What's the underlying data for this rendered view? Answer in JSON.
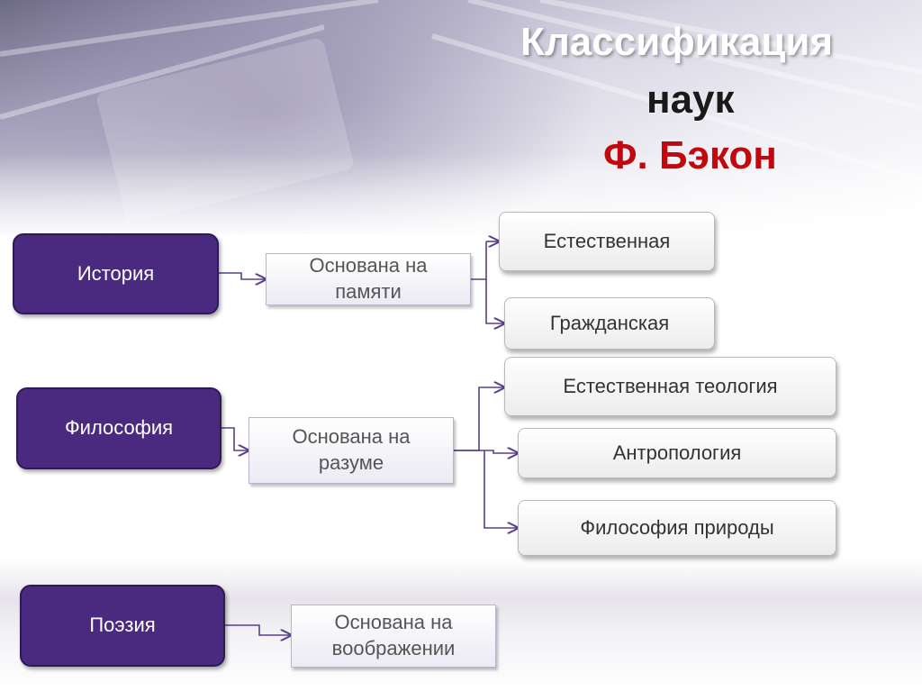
{
  "title": {
    "line1": "Классификация",
    "line2": "наук",
    "author": "Ф. Бэкон"
  },
  "colors": {
    "category_fill": "#4a2a7e",
    "title_author": "#c0080f",
    "connector": "#5a3e8c"
  },
  "categories": [
    {
      "label": "История",
      "basis": "Основана на\nпамяти",
      "branches": [
        "Естественная",
        "Гражданская"
      ]
    },
    {
      "label": "Философия",
      "basis": "Основана на\nразуме",
      "branches": [
        "Естественная теология",
        "Антропология",
        "Философия природы"
      ]
    },
    {
      "label": "Поэзия",
      "basis": "Основана на\nвоображении",
      "branches": []
    }
  ]
}
